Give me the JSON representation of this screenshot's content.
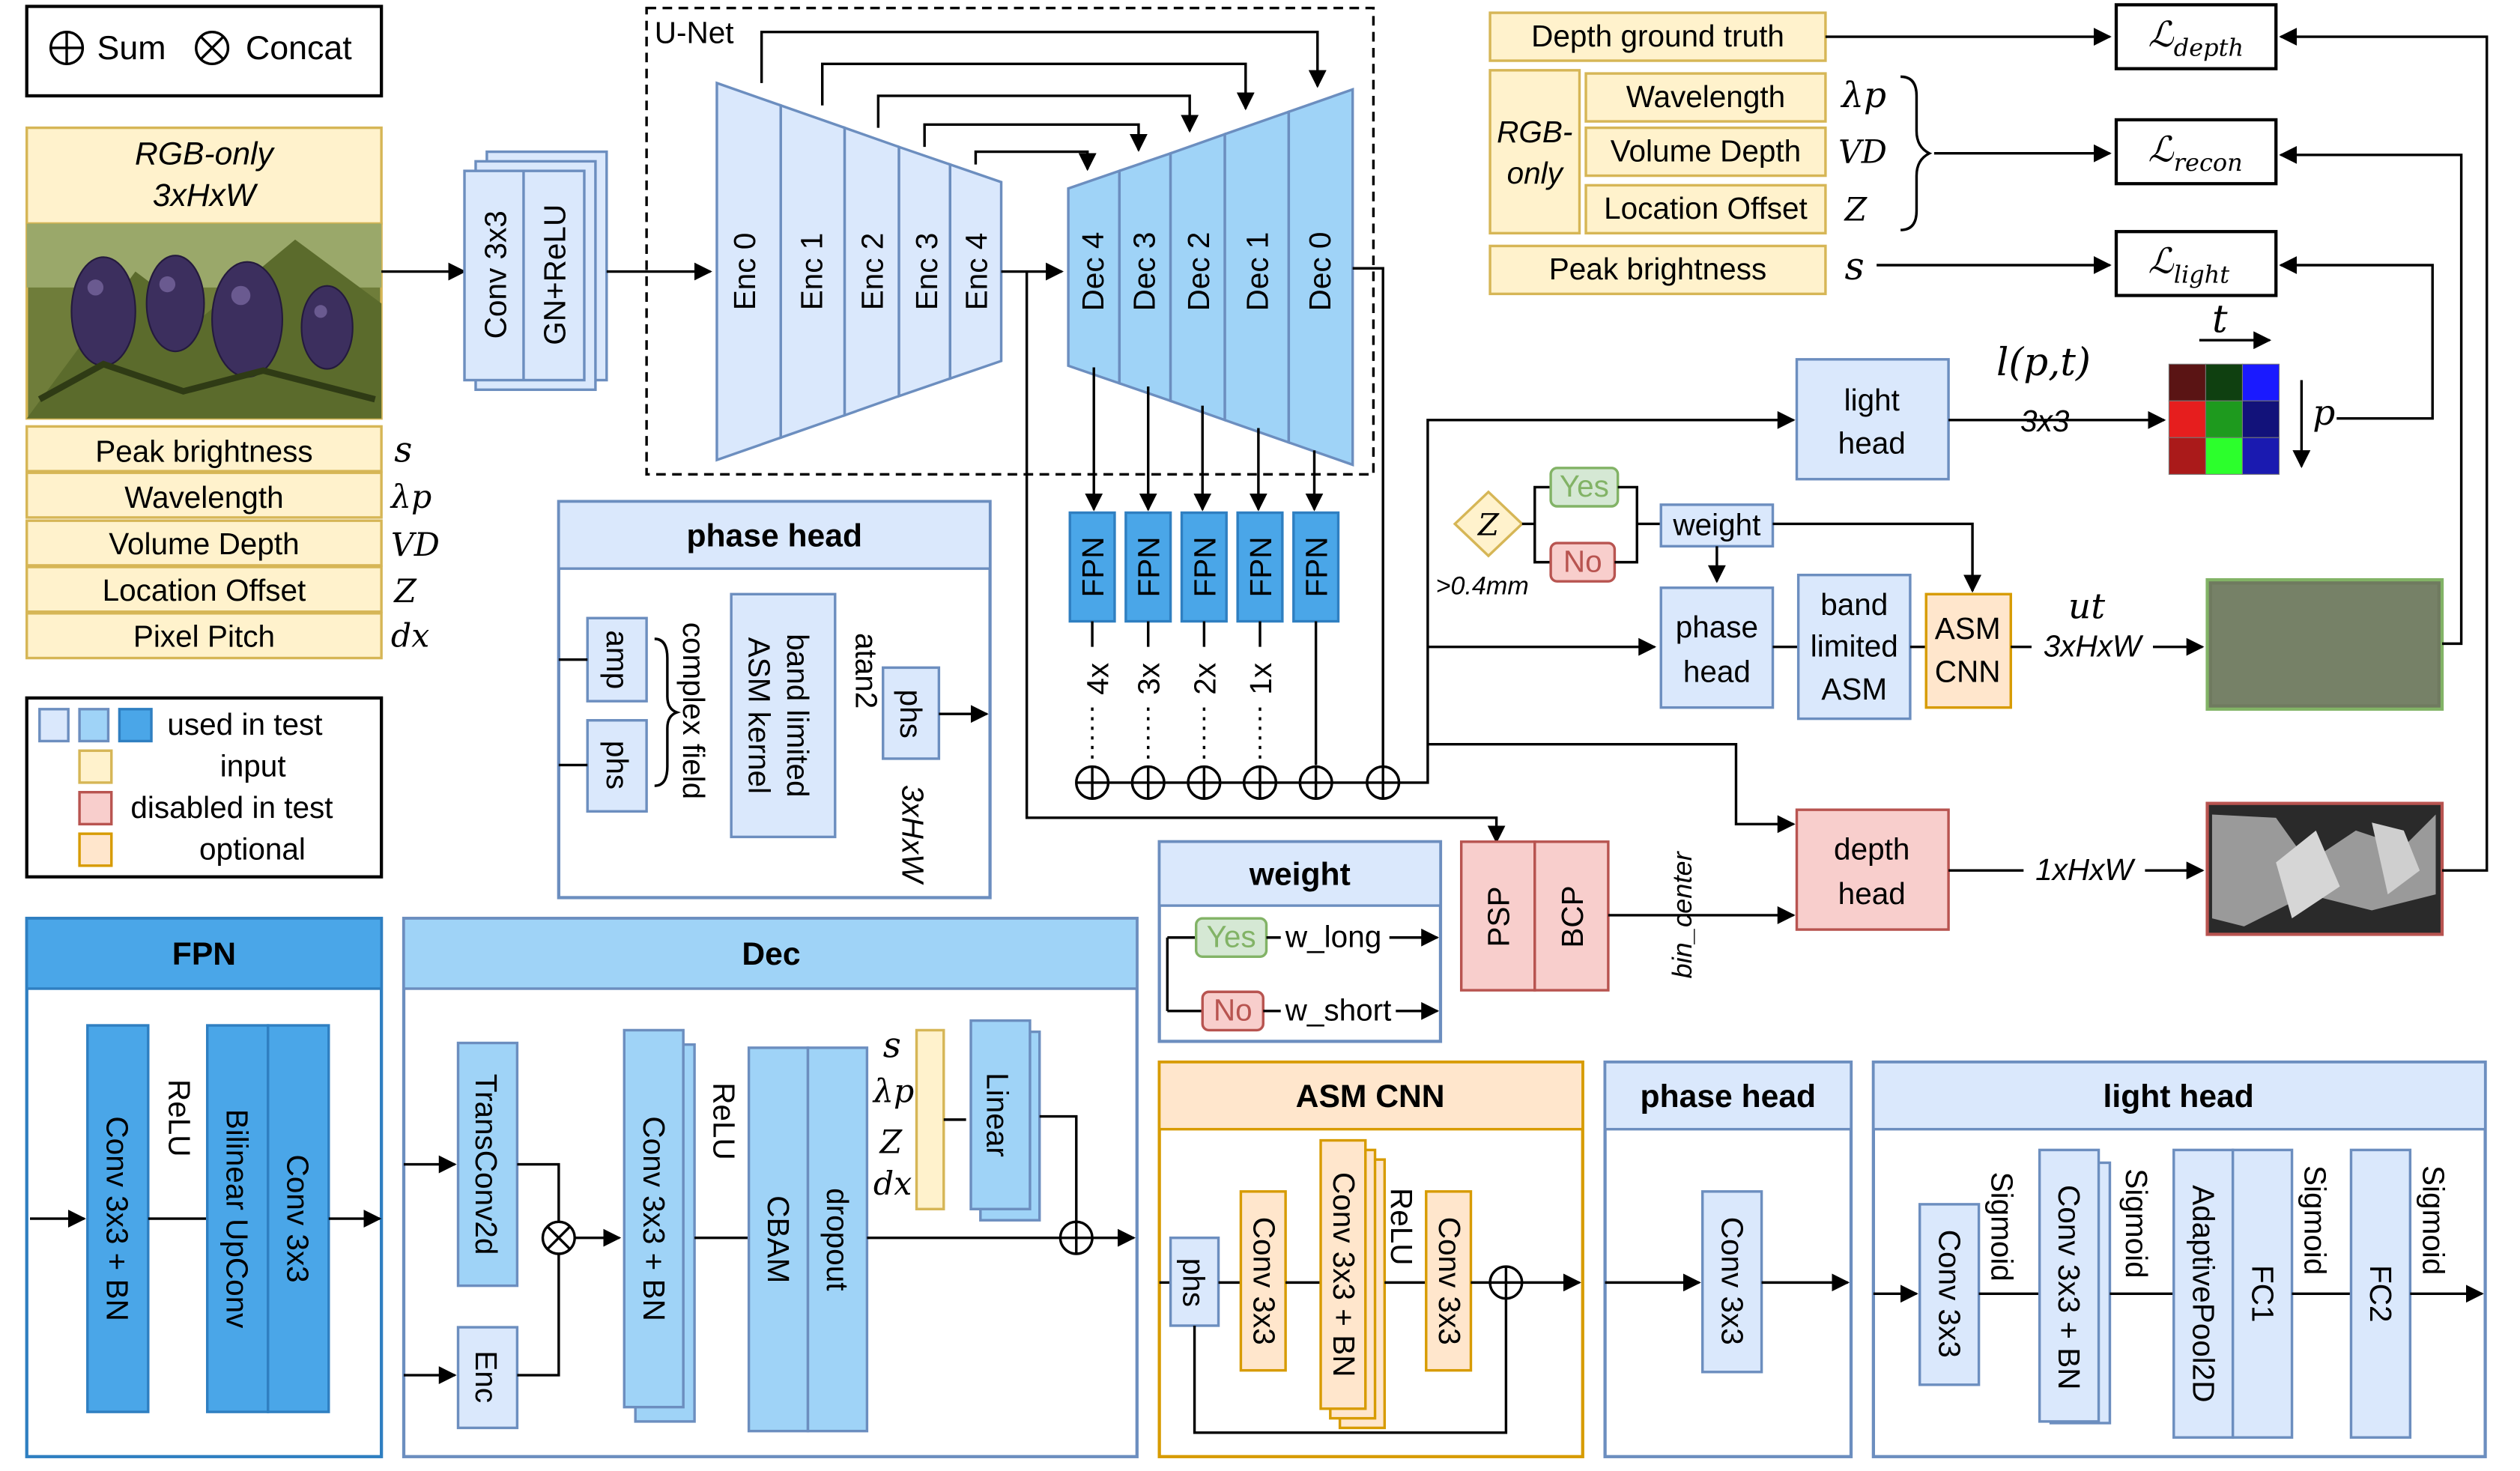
{
  "legend_ops": {
    "sum": "Sum",
    "concat": "Concat"
  },
  "input": {
    "title1": "RGB-only",
    "title2": "3xHxW",
    "fields": [
      "Peak brightness",
      "Wavelength",
      "Volume Depth",
      "Location Offset",
      "Pixel Pitch"
    ],
    "symbols": [
      "s",
      "λp",
      "VD",
      "Z",
      "dx"
    ]
  },
  "conv_block": {
    "conv": "Conv 3x3",
    "gn": "GN+ReLU"
  },
  "unet": {
    "label": "U-Net",
    "enc": [
      "Enc 0",
      "Enc 1",
      "Enc 2",
      "Enc 3",
      "Enc 4"
    ],
    "dec": [
      "Dec 4",
      "Dec 3",
      "Dec 2",
      "Dec 1",
      "Dec 0"
    ]
  },
  "fpn": {
    "label": "FPN",
    "scales": [
      "4x",
      "3x",
      "2x",
      "1x"
    ]
  },
  "phase_head_detail": {
    "title": "phase head",
    "amp": "amp",
    "phs": "phs",
    "complex": "complex field",
    "kernel_l1": "band limited",
    "kernel_l2": "ASM kernel",
    "atan": "atan2",
    "phs_out": "phs",
    "out_shape": "3xHxW"
  },
  "targets": {
    "depth_gt": "Depth ground truth",
    "rgb_only": "RGB-only",
    "wavelength": "Wavelength",
    "volume_depth": "Volume Depth",
    "location_offset": "Location Offset",
    "peak_brightness": "Peak brightness",
    "sym_lambda": "λp",
    "sym_vd": "VD",
    "sym_z": "Z",
    "sym_s": "s"
  },
  "losses": {
    "depth": "depth",
    "recon": "recon",
    "light": "light"
  },
  "legend_colors": {
    "used_in_test": "used in test",
    "input": "input",
    "disabled": "disabled in test",
    "optional": "optional"
  },
  "light_head_node": {
    "l1": "light",
    "l2": "head",
    "out": "3x3",
    "sym": "l(p,t)",
    "t": "t",
    "p": "p"
  },
  "z_decision": {
    "z": "Z",
    "thr": ">0.4mm",
    "yes": "Yes",
    "no": "No",
    "weight": "weight"
  },
  "main_path": {
    "phase1": "phase",
    "phase2": "head",
    "band1": "band",
    "band2": "limited",
    "band3": "ASM",
    "asm1": "ASM",
    "asm2": "CNN",
    "ut": "ut",
    "out": "3xHxW"
  },
  "depth_path": {
    "psp": "PSP",
    "bcp": "BCP",
    "bin": "bin_center",
    "d1": "depth",
    "d2": "head",
    "out": "1xHxW"
  },
  "weight_detail": {
    "title": "weight",
    "yes": "Yes",
    "no": "No",
    "long": "w_long",
    "short": "w_short"
  },
  "fpn_detail": {
    "title": "FPN",
    "conv_bn": "Conv 3x3 + BN",
    "relu": "ReLU",
    "up": "Bilinear UpConv",
    "conv": "Conv 3x3"
  },
  "dec_detail": {
    "title": "Dec",
    "trans": "TransConv2d",
    "enc": "Enc",
    "conv_bn": "Conv 3x3 + BN",
    "relu": "ReLU",
    "cbam": "CBAM",
    "dropout": "dropout",
    "linear": "Linear",
    "s": "s",
    "lam": "λp",
    "z": "Z",
    "dx": "dx"
  },
  "asm_cnn_detail": {
    "title": "ASM CNN",
    "phs": "phs",
    "conv1": "Conv 3x3",
    "conv_bn": "Conv 3x3 + BN",
    "relu": "ReLU",
    "conv2": "Conv 3x3"
  },
  "phase_head_small": {
    "title": "phase head",
    "conv": "Conv 3x3"
  },
  "light_head_detail": {
    "title": "light head",
    "conv": "Conv 3x3",
    "sig1": "Sigmoid",
    "conv_bn": "Conv 3x3 + BN",
    "sig2": "Sigmoid",
    "pool": "AdaptivePool2D",
    "fc1": "FC1",
    "sig3": "Sigmoid",
    "fc2": "FC2",
    "sig4": "Sigmoid"
  },
  "colors": {
    "light_blue": "#dae8fc",
    "mid_blue": "#9fd3f7",
    "deep_blue": "#4aa6e8",
    "yellow": "#fff2cc",
    "red": "#f8cecc",
    "orange": "#ffe6cc",
    "green": "#d5e8d4"
  }
}
